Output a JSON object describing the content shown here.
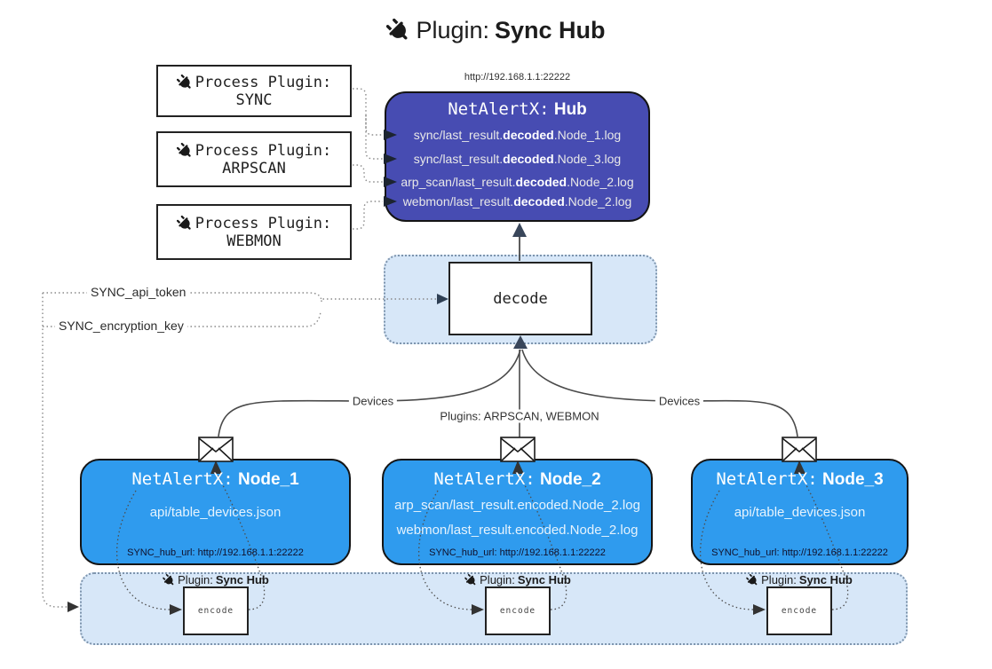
{
  "title": {
    "icon": "plug-icon",
    "prefix": "Plugin:",
    "name": "Sync Hub"
  },
  "hub": {
    "url": "http://192.168.1.1:22222",
    "title_prefix": "NetAlertX:",
    "title_name": "Hub",
    "entries": [
      {
        "pre": "sync/last_result.",
        "bold": "decoded",
        "post": ".Node_1.log"
      },
      {
        "pre": "sync/last_result.",
        "bold": "decoded",
        "post": ".Node_3.log"
      },
      {
        "pre": "arp_scan/last_result.",
        "bold": "decoded",
        "post": ".Node_2.log"
      },
      {
        "pre": "webmon/last_result.",
        "bold": "decoded",
        "post": ".Node_2.log"
      }
    ]
  },
  "process_plugins": [
    {
      "label": "Process Plugin:",
      "name": "SYNC"
    },
    {
      "label": "Process Plugin:",
      "name": "ARPSCAN"
    },
    {
      "label": "Process Plugin:",
      "name": "WEBMON"
    }
  ],
  "config_labels": {
    "api_token": "SYNC_api_token",
    "encryption_key": "SYNC_encryption_key"
  },
  "decode": {
    "label": "decode"
  },
  "edge_labels": {
    "devices_left": "Devices",
    "plugins_mid": "Plugins: ARPSCAN, WEBMON",
    "devices_right": "Devices"
  },
  "nodes": [
    {
      "title_prefix": "NetAlertX:",
      "title_name": "Node_1",
      "lines": [
        "api/table_devices.json"
      ],
      "hub_url": "SYNC_hub_url: http://192.168.1.1:22222"
    },
    {
      "title_prefix": "NetAlertX:",
      "title_name": "Node_2",
      "lines": [
        "arp_scan/last_result.encoded.Node_2.log",
        "webmon/last_result.encoded.Node_2.log"
      ],
      "hub_url": "SYNC_hub_url: http://192.168.1.1:22222"
    },
    {
      "title_prefix": "NetAlertX:",
      "title_name": "Node_3",
      "lines": [
        "api/table_devices.json"
      ],
      "hub_url": "SYNC_hub_url: http://192.168.1.1:22222"
    }
  ],
  "encoder": {
    "label_prefix": "Plugin:",
    "label_name": "Sync Hub",
    "box_label": "encode"
  },
  "colors": {
    "hub_fill": "#474CB2",
    "node_fill": "#2F9BEE",
    "panel_fill": "#D7E7F8",
    "panel_border": "#7D94AD",
    "line": "#4a4a4a"
  }
}
